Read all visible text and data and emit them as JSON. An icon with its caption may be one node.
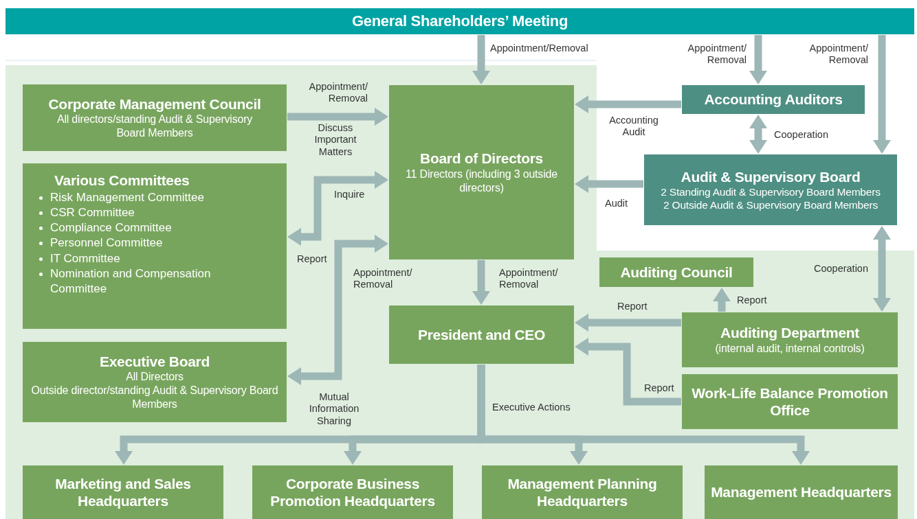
{
  "diagram": {
    "nodes": [
      {
        "text": [
          "General Shareholders’ Meeting"
        ]
      },
      {
        "text": [
          "Corporate Management Council",
          "All directors/standing Audit & Supervisory Board Members"
        ]
      },
      {
        "text": [
          "Various Committees",
          "Risk Management Committee",
          "CSR Committee",
          "Compliance Committee",
          "Personnel Committee",
          "IT Committee",
          "Nomination and Compensation Committee"
        ]
      },
      {
        "text": [
          "Executive Board",
          "All Directors",
          "Outside director/standing Audit & Supervisory Board Members"
        ]
      },
      {
        "text": [
          "Board of Directors",
          "11 Directors (including 3 outside directors)"
        ]
      },
      {
        "text": [
          "President and CEO"
        ]
      },
      {
        "text": [
          "Accounting Auditors"
        ]
      },
      {
        "text": [
          "Audit & Supervisory Board",
          "2 Standing Audit & Supervisory Board Members",
          "2 Outside Audit & Supervisory Board Members"
        ]
      },
      {
        "text": [
          "Auditing Council"
        ]
      },
      {
        "text": [
          "Auditing Department",
          "(internal audit, internal controls)"
        ]
      },
      {
        "text": [
          "Work-Life Balance Promotion Office"
        ]
      },
      {
        "text": [
          "Marketing and Sales Headquarters"
        ]
      },
      {
        "text": [
          "Corporate Business Promotion Headquarters"
        ]
      },
      {
        "text": [
          "Management Planning Headquarters"
        ]
      },
      {
        "text": [
          "Management Headquarters"
        ]
      }
    ],
    "edges": [
      {
        "from": 0,
        "to": 4,
        "arrow": "to",
        "label": "Appointment/Removal"
      },
      {
        "from": 0,
        "to": 6,
        "arrow": "to",
        "label": "Appointment/ Removal"
      },
      {
        "from": 0,
        "to": 7,
        "arrow": "to",
        "label": "Appointment/ Removal"
      },
      {
        "from": 1,
        "to": 4,
        "arrow": "to",
        "label": "Appointment/ Removal"
      },
      {
        "from": 6,
        "to": 4,
        "arrow": "to",
        "label": "Accounting Audit"
      },
      {
        "from": 6,
        "to": 7,
        "arrow": "both",
        "label": "Cooperation"
      },
      {
        "from": 7,
        "to": 4,
        "arrow": "to",
        "label": "Audit"
      },
      {
        "from": 2,
        "to": 4,
        "arrow": "both",
        "label": "Inquire"
      },
      {
        "from": 3,
        "to": 4,
        "arrow": "both",
        "label": "Mutual Information Sharing"
      },
      {
        "from": 4,
        "to": 5,
        "arrow": "to",
        "label": "Appointment/ Removal"
      },
      {
        "from": 7,
        "to": 9,
        "arrow": "both",
        "label": "Cooperation"
      },
      {
        "from": 9,
        "to": 8,
        "arrow": "to",
        "label": "Report"
      },
      {
        "from": 9,
        "to": 5,
        "arrow": "to",
        "label": "Report"
      },
      {
        "from": 10,
        "to": 5,
        "arrow": "to",
        "label": "Report"
      },
      {
        "from": 5,
        "to": 11,
        "arrow": "to",
        "label": "Executive Actions"
      },
      {
        "from": 5,
        "to": 12,
        "arrow": "to"
      },
      {
        "from": 5,
        "to": 13,
        "arrow": "to"
      },
      {
        "from": 5,
        "to": 14,
        "arrow": "to"
      }
    ],
    "labels": [
      "Discuss Important Matters",
      "Report",
      "Appointment/ Removal"
    ]
  }
}
